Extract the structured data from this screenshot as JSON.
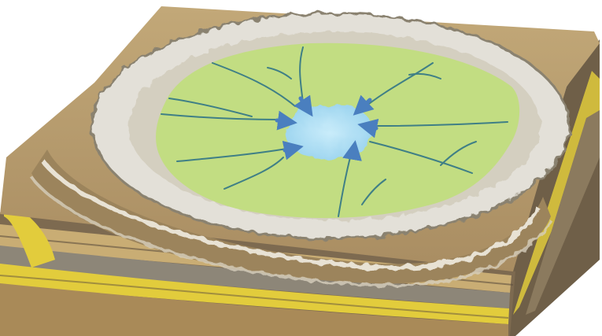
{
  "diagram": {
    "colors": {
      "background": "#ffffff",
      "block_top": "#b59a6e",
      "block_side_dark": "#7d6a50",
      "yellow_layer": "#e2cc3c",
      "gray_layer": "#8d8678",
      "tan_layer": "#c7ab73",
      "rim_rock": "#e3e0d8",
      "basin_floor": "#c2dd82",
      "lake_water": "#a9dcf2",
      "streams": "#3f7f86",
      "flow_arrows": "#4a7fbf"
    },
    "components": [
      "block-terrain",
      "stratified-rock-layers",
      "basin-rim",
      "basin-floor",
      "central-lake",
      "inflowing-streams",
      "flow-arrows"
    ]
  }
}
